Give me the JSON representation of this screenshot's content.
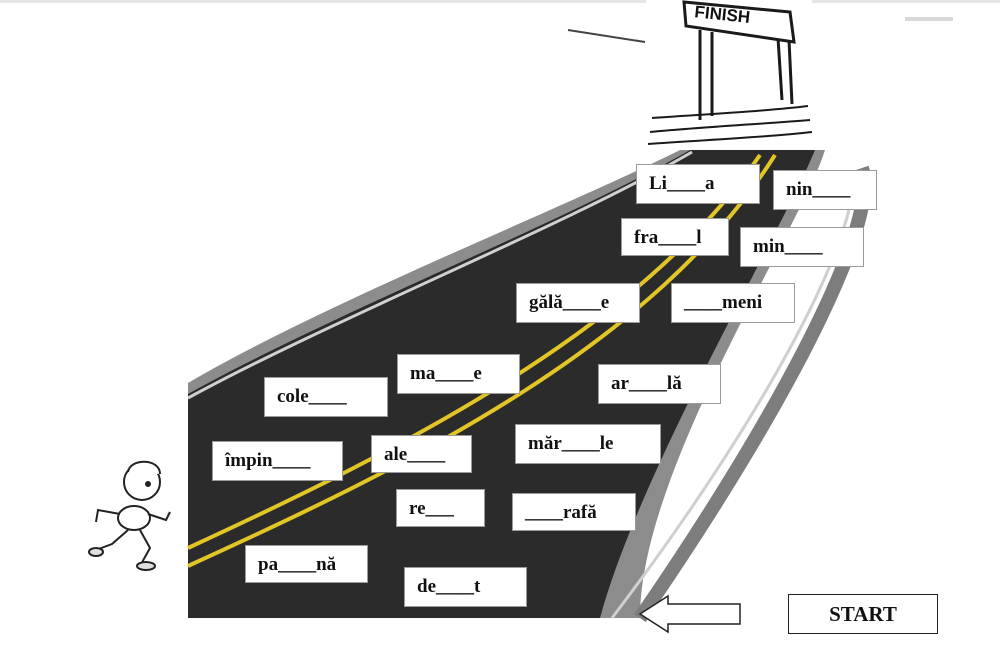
{
  "finish_sign": "FINISH",
  "start_label": "START",
  "words": [
    {
      "id": "w-lia",
      "text": "Li____a"
    },
    {
      "id": "w-nin",
      "text": "nin____"
    },
    {
      "id": "w-fral",
      "text": "fra____l"
    },
    {
      "id": "w-min",
      "text": "min____"
    },
    {
      "id": "w-galae",
      "text": "gălă____e"
    },
    {
      "id": "w-meni",
      "text": "____meni"
    },
    {
      "id": "w-mae",
      "text": "ma____e"
    },
    {
      "id": "w-arla",
      "text": "ar____lă"
    },
    {
      "id": "w-cole",
      "text": "cole____"
    },
    {
      "id": "w-marle",
      "text": "măr____le"
    },
    {
      "id": "w-impin",
      "text": "împin____"
    },
    {
      "id": "w-ale",
      "text": "ale____"
    },
    {
      "id": "w-re",
      "text": "re___"
    },
    {
      "id": "w-rafa",
      "text": "____rafă"
    },
    {
      "id": "w-pana",
      "text": "pa____nă"
    },
    {
      "id": "w-det",
      "text": "de____t"
    }
  ],
  "colors": {
    "asphalt": "#2c2c2c",
    "edge": "#8f8f8f",
    "yellow": "#e2c526"
  }
}
